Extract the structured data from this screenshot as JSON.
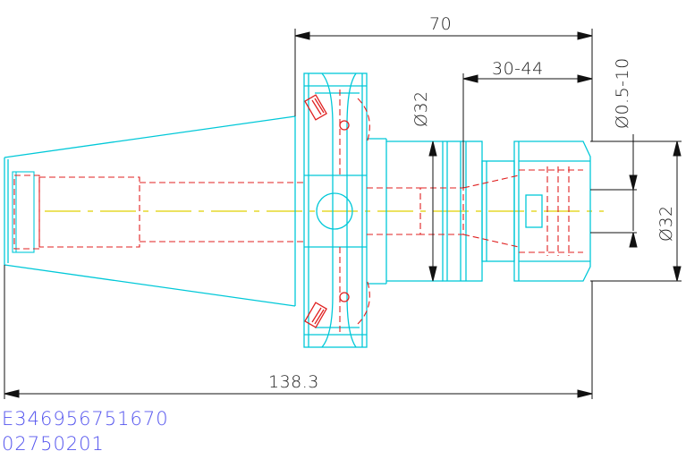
{
  "drawing": {
    "dimensions": {
      "overall_length": "138.3",
      "length_70": "70",
      "range_30_44": "30-44",
      "diameter_body": "Ø32",
      "diameter_range": "Ø0.5-10",
      "diameter_nut": "Ø32"
    },
    "part_codes": {
      "line1": "E346956751670",
      "line2": "02750201"
    },
    "colors": {
      "outline": "#00c8d8",
      "hidden": "#e02020",
      "centerline": "#e0d000",
      "dimension": "#111111",
      "code_text": "#5555ee"
    }
  }
}
